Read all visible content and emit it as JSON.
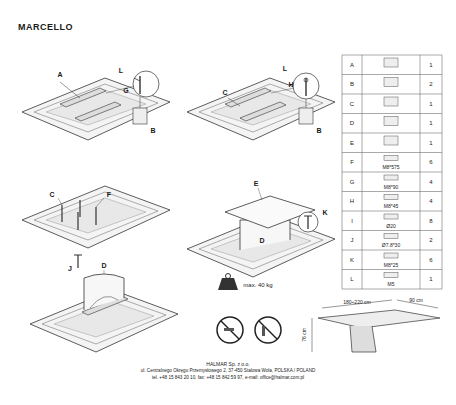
{
  "diagram": {
    "title": "MARCELLO",
    "labels": [
      "A",
      "L",
      "G",
      "B",
      "C",
      "L",
      "H",
      "B",
      "C",
      "F",
      "J",
      "D",
      "E",
      "D",
      "K",
      "max. 40 kg",
      "180÷220 cm",
      "90 cm",
      "76 cm",
      "A",
      "1",
      "B",
      "2",
      "C",
      "1",
      "D",
      "1",
      "E",
      "1",
      "F",
      "M8*575",
      "6",
      "G",
      "M8*90",
      "4",
      "H",
      "M8*45",
      "4",
      "I",
      "Ø20",
      "8",
      "J",
      "Ø7.8*30",
      "2",
      "K",
      "M8*25",
      "6",
      "L",
      "M5",
      "1",
      "HALMAR Sp. z o.o.",
      "ul. Centralnego Okręgu Przemysłowego 2, 37-450 Stalowa Wola, POLSKA / POLAND",
      "tel. +48 15 843 20 10, fax: +48 15 842 59 97, e-mail: office@halmar.com.pl"
    ]
  }
}
